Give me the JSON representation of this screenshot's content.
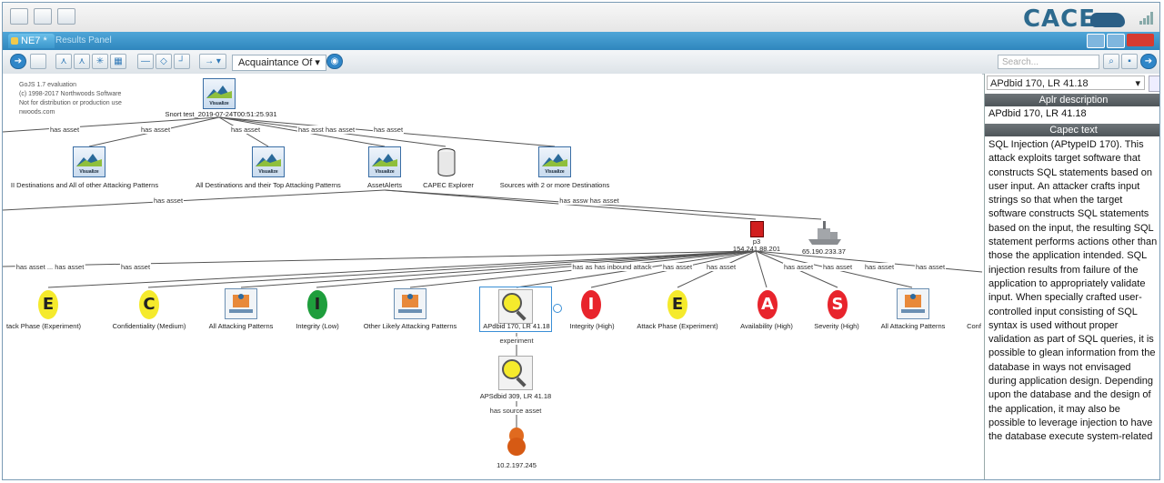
{
  "app": {
    "logo": "CACE",
    "tab_title": "NE7 *",
    "tab_secondary": "Results Panel"
  },
  "toolbar": {
    "relation_dropdown": "Acquaintance Of",
    "search_placeholder": "Search..."
  },
  "watermark": {
    "lines": [
      "GoJS 1.7 evaluation",
      "(c) 1998-2017 Northwoods Software",
      "Not for distribution or production use",
      "nwoods.com"
    ]
  },
  "graph": {
    "root": "Snort test_2019-07-24T00:51:25.931",
    "level1": [
      "II Destinations and All of other Attacking Patterns",
      "All Destinations and their Top Attacking Patterns",
      "AssetAlerts",
      "CAPEC Explorer",
      "Sources with 2 or more Destinations"
    ],
    "ip_nodes": [
      "154.241.88.201",
      "65.190.233.37"
    ],
    "ip_small": "p3",
    "level3": [
      {
        "letter": "E",
        "label": "tack Phase (Experiment)",
        "color": "#f5ea2c"
      },
      {
        "letter": "C",
        "label": "Confidentiality (Medium)",
        "color": "#f5ea2c"
      },
      {
        "letter": "",
        "label": "All Attacking Patterns",
        "color": ""
      },
      {
        "letter": "I",
        "label": "Integrity (Low)",
        "color": "#1e9e3c"
      },
      {
        "letter": "",
        "label": "Other Likely Attacking Patterns",
        "color": ""
      },
      {
        "letter": "",
        "label": "APdbid 170, LR 41.18",
        "color": ""
      },
      {
        "letter": "I",
        "label": "Integrity (High)",
        "color": "#e8242c"
      },
      {
        "letter": "E",
        "label": "Attack Phase (Experiment)",
        "color": "#f5ea2c"
      },
      {
        "letter": "A",
        "label": "Availability (High)",
        "color": "#e8242c"
      },
      {
        "letter": "S",
        "label": "Severity (High)",
        "color": "#e8242c"
      },
      {
        "letter": "",
        "label": "All Attacking Patterns",
        "color": ""
      },
      {
        "letter": "",
        "label": "Conf",
        "color": ""
      }
    ],
    "level4": "APSdbid 309, LR 41.18",
    "level5": "10.2.197.245",
    "edge_labels": {
      "has_asset": "has asset",
      "experiment": "experiment",
      "has_source_asset": "has source asset",
      "has_assw_has_asset": "has assw has asset",
      "has_asst_has_asset": "has asst has asset",
      "has_as_inbound": "has as has inbound attack",
      "has_asset_dots": "has asset ... has asset"
    }
  },
  "panel": {
    "selected": "APdbid 170, LR 41.18",
    "apir_header": "Aplr description",
    "apir_value": "APdbid 170, LR 41.18",
    "capec_header": "Capec text",
    "capec_lines": [
      "SQL Injection (APtypeID 170). This",
      "attack exploits target software that",
      "constructs SQL statements based on",
      "user input. An attacker crafts input",
      "strings so that when the target",
      "software constructs SQL statements",
      "based on the input, the resulting SQL",
      "statement performs actions other than",
      "those the application intended. SQL",
      "injection results from failure of the",
      "application to appropriately validate",
      "input. When specially crafted user-",
      "controlled input consisting of SQL",
      "syntax is used without proper",
      "validation as part of SQL queries, it is",
      "possible to glean information from the",
      "database in ways not envisaged",
      "during application design. Depending",
      "upon the database and the design of",
      "the application, it may also be",
      "possible to leverage injection to have",
      "the database execute system-related"
    ]
  },
  "colors": {
    "accent": "#2f86bd",
    "panel_header": "#5a6064",
    "selection": "#3a8fd6"
  }
}
